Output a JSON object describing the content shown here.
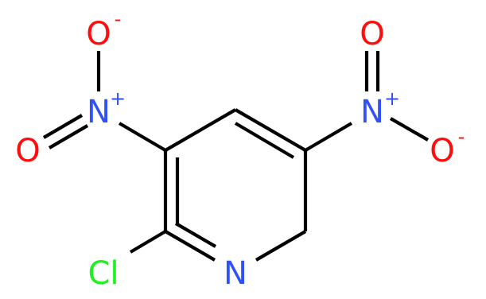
{
  "molecule": {
    "atoms": {
      "cl": {
        "label": "Cl",
        "charge": ""
      },
      "n_ring": {
        "label": "N",
        "charge": ""
      },
      "n_nitro_left": {
        "label": "N",
        "charge": "+"
      },
      "o_left_top": {
        "label": "O",
        "charge": "-"
      },
      "o_left_side": {
        "label": "O",
        "charge": ""
      },
      "n_nitro_right": {
        "label": "N",
        "charge": "+"
      },
      "o_right_top": {
        "label": "O",
        "charge": ""
      },
      "o_right_side": {
        "label": "O",
        "charge": "-"
      }
    },
    "colors": {
      "bond": "#000000",
      "nitrogen": "#3050F8",
      "oxygen": "#FF0D0D",
      "chlorine": "#1FF01F"
    }
  }
}
